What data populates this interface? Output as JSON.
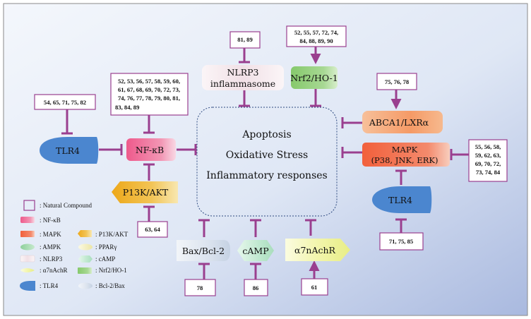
{
  "colors": {
    "inhibit_line": "#9a3f8f",
    "background_light": "#eef2fa",
    "background_dark": "#aebde0",
    "nfkb": "#ee6e96",
    "mapk": "#f0714a",
    "p13k": "#efb21c",
    "ampk": "#9cd3a6",
    "ppar": "#f3f0c4",
    "nlrp3": "#f3e6ea",
    "camp": "#bfe8cf",
    "a7": "#f4f6b0",
    "nrf2": "#8fcd78",
    "tlr4": "#4b86cf",
    "bcl2": "#d5e0ec",
    "abca1": "#f6a070"
  },
  "center": {
    "lines": [
      "Apoptosis",
      "Oxidative Stress",
      "Inflammatory responses"
    ]
  },
  "nodes": {
    "nlrp3": [
      "NLRP3",
      "inflammasome"
    ],
    "nrf2": "Nrf2/HO-1",
    "abca1": "ABCA1/LXRα",
    "mapk": [
      "MAPK",
      "(P38, JNK, ERK)"
    ],
    "tlr4_left": "TLR4",
    "tlr4_right": "TLR4",
    "nfkb": "NF-κB",
    "p13k": "P13K/AKT",
    "bax": "Bax/Bcl-2",
    "camp": "cAMP",
    "a7": "α7nAchR"
  },
  "refs": {
    "nlrp3": [
      "81, 89"
    ],
    "nrf2": [
      "52, 55, 57, 72, 74,",
      "84, 88, 89, 90"
    ],
    "nfkb": [
      "52, 53, 56, 57, 58, 59, 60,",
      "61, 67, 68, 69, 70, 72, 73,",
      "74, 76, 77, 78, 79, 80, 81,",
      "83, 84, 89"
    ],
    "tlr4_left": [
      "54, 65, 71, 75, 82"
    ],
    "abca1": [
      "75, 76, 78"
    ],
    "mapk": [
      "55, 56, 58,",
      "59, 62, 63,",
      "69, 70, 72,",
      "73, 74, 84"
    ],
    "tlr4_right": [
      "71, 75, 85"
    ],
    "p13k": [
      "63, 64"
    ],
    "bax": [
      "78"
    ],
    "camp": [
      "86"
    ],
    "a7": [
      "61"
    ]
  },
  "legend": {
    "natural": ": Natural Compound",
    "nfkb": ": NF-κB",
    "mapk": ": MAPK",
    "p13k": ": P13K/AKT",
    "ampk": ": AMPK",
    "ppar": ": PPARγ",
    "nlrp3": ": NLRP3",
    "camp": ": cAMP",
    "a7": ": α7nAchR",
    "nrf2": ": Nrf2/HO-1",
    "tlr4": ": TLR4",
    "bcl2": ": Bcl-2/Bax"
  }
}
